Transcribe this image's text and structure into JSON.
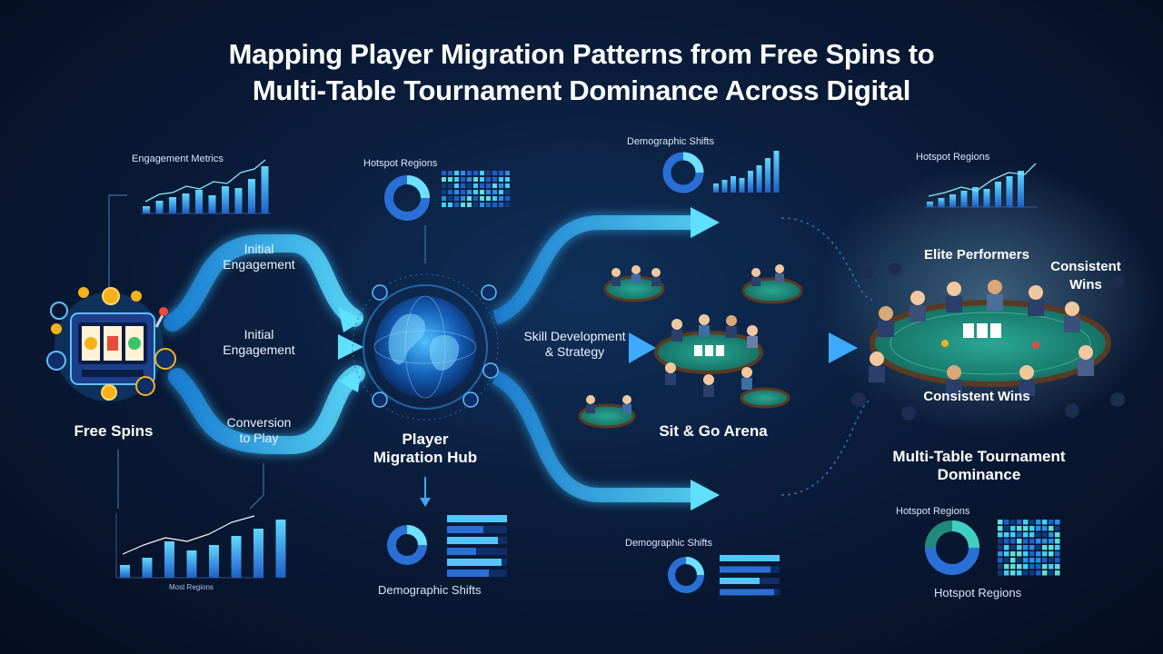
{
  "title": {
    "line1": "Mapping Player Migration Patterns from Free Spins to",
    "line2": "Multi-Table Tournament Dominance Across Digital"
  },
  "stages": {
    "free_spins": "Free Spins",
    "hub_line1": "Player",
    "hub_line2": "Migration Hub",
    "sit_go": "Sit & Go Arena",
    "mtt_line1": "Multi-Table Tournament",
    "mtt_line2": "Dominance"
  },
  "flows": {
    "top_line1": "Initial",
    "top_line2": "Engagement",
    "mid_line1": "Initial",
    "mid_line2": "Engagement",
    "bottom_line1": "Conversion",
    "bottom_line2": "to Play",
    "skill_line1": "Skill Development",
    "skill_line2": "& Strategy"
  },
  "mtt_labels": {
    "elite": "Elite Performers",
    "wins_right_line1": "Consistent",
    "wins_right_line2": "Wins",
    "wins_center": "Consistent Wins"
  },
  "panels": {
    "engagement_metrics": "Engagement Metrics",
    "hotspot_hub": "Hotspot Regions",
    "demographic_top": "Demographic Shifts",
    "hotspot_top_right": "Hotspot Regions",
    "demographic_hub": "Demographic Shifts",
    "demographic_bottom_mid": "Demographic Shifts",
    "hotspot_bottom_right_top": "Hotspot Regions",
    "hotspot_bottom_right": "Hotspot Regions",
    "bottom_left_xlabel": "Most Regions"
  },
  "colors": {
    "accent": "#3fd0ff",
    "bar_light": "#4fc8ff",
    "bar_dark": "#2a6fd6",
    "table_felt": "#1f8a7a",
    "gold": "#f5b21a"
  },
  "icons": [
    "slot-machine-icon",
    "gold-coin-icon",
    "stopwatch-icon",
    "globe-icon",
    "poker-table-icon",
    "player-icon",
    "arrow-icon"
  ]
}
